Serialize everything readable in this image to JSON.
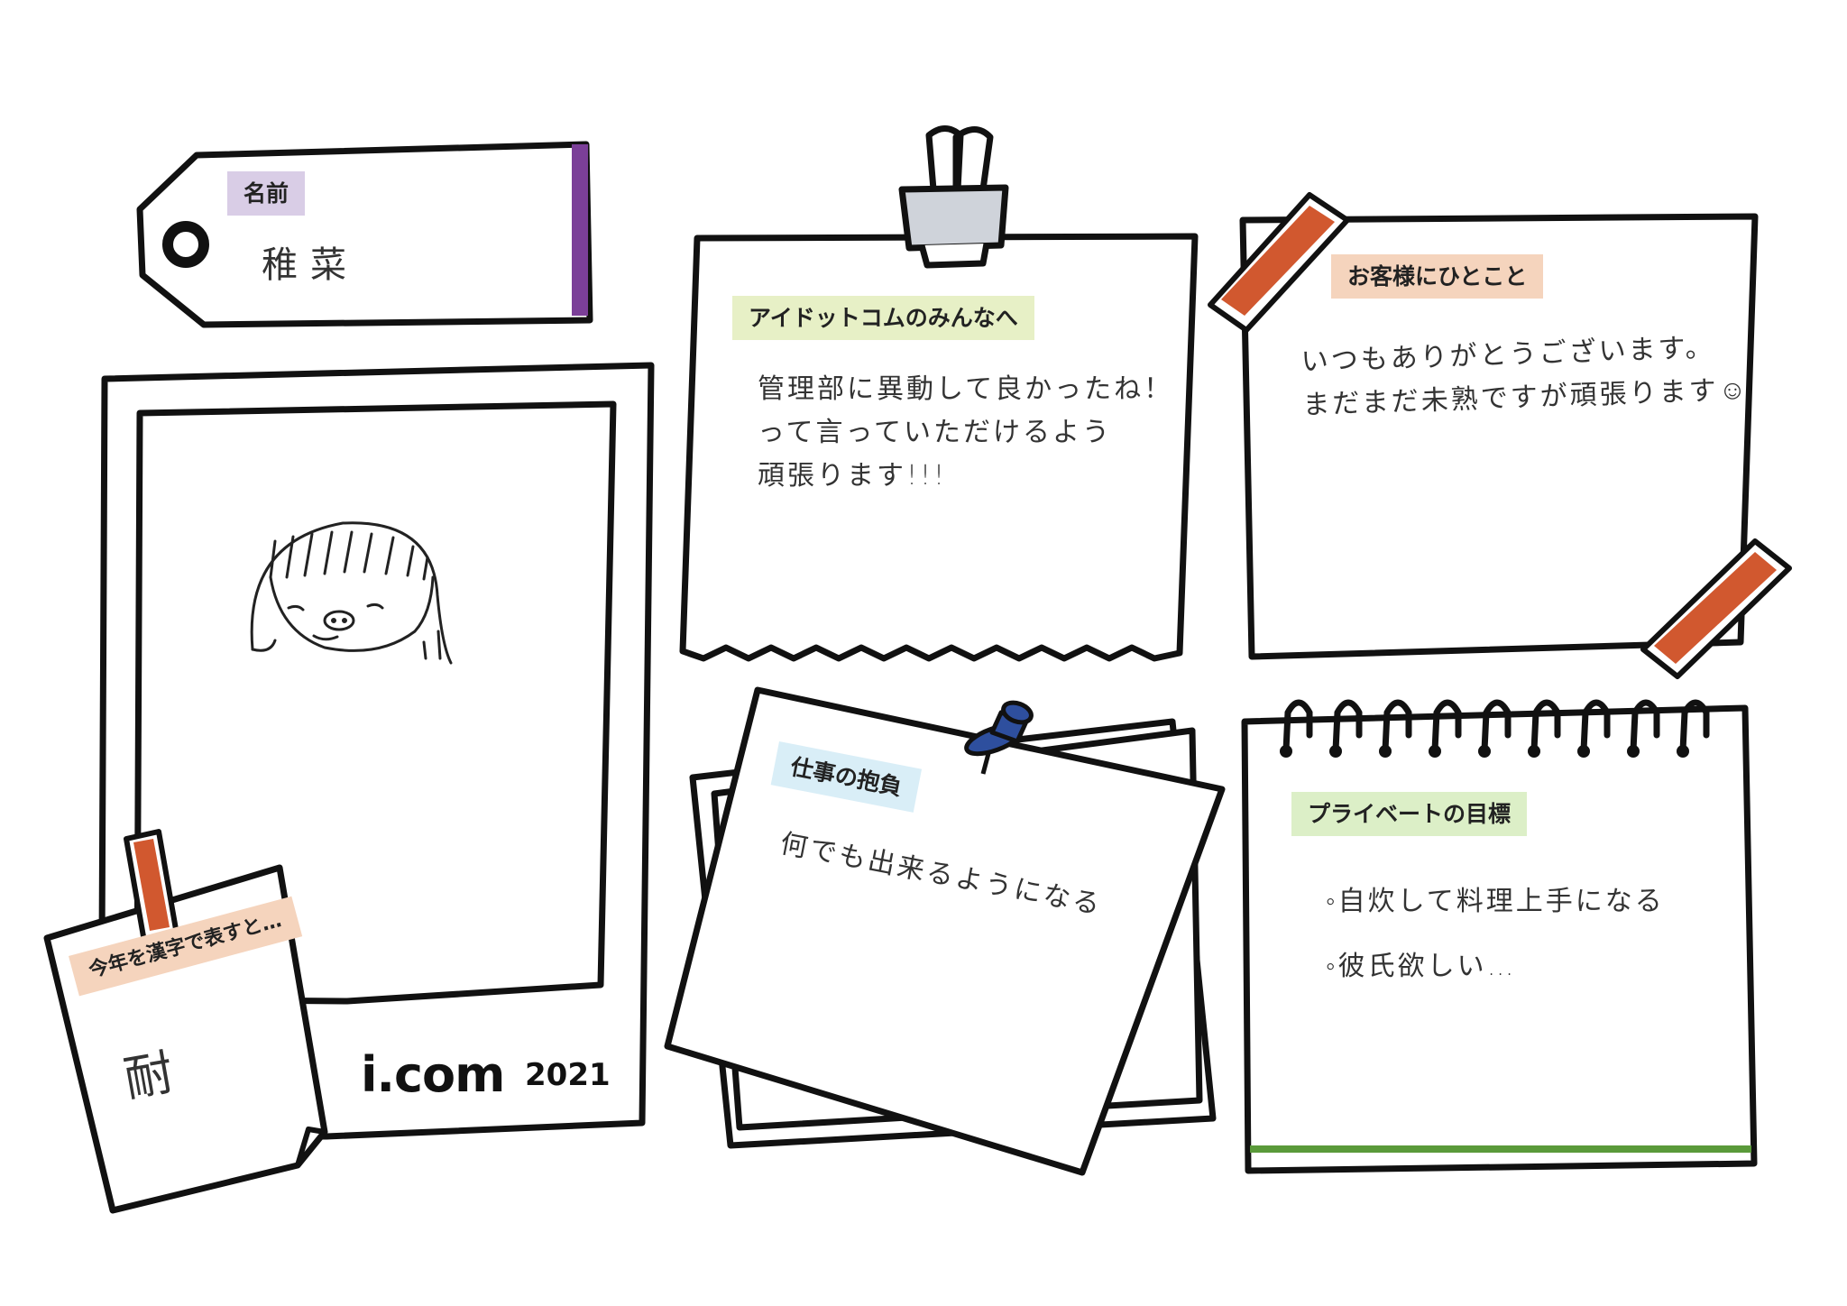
{
  "name_tag": {
    "label": "名前",
    "value": "稚菜",
    "label_color": "#d9cde6",
    "accent_color": "#7b3f98"
  },
  "message_team": {
    "label": "アイドットコムのみんなへ",
    "label_color": "#e7f0c6",
    "lines": [
      "管理部に異動して良かったね！",
      "って言っていただけるよう",
      "頑張ります!!!"
    ]
  },
  "message_customers": {
    "label": "お客様にひとこと",
    "label_color": "#f5d4bd",
    "lines": [
      "いつもありがとうございます。",
      "まだまだ未熟ですが頑張ります☺"
    ]
  },
  "work_goal": {
    "label": "仕事の抱負",
    "label_color": "#d9eef7",
    "text": "何でも出来るようになる"
  },
  "private_goal": {
    "label": "プライベートの目標",
    "label_color": "#dcefc7",
    "accent_color": "#5a9a3a",
    "items": [
      "◦自炊して料理上手になる",
      "◦彼氏欲しい…"
    ]
  },
  "kanji_card": {
    "label": "今年を漢字で表すと…",
    "label_color": "#f5d4bd",
    "value": "耐"
  },
  "photo_frame": {
    "logo": "i.com",
    "year": "2021"
  },
  "colors": {
    "tape": "#d1582f",
    "pin": "#2e4f9e",
    "clip": "#cfd3da"
  }
}
